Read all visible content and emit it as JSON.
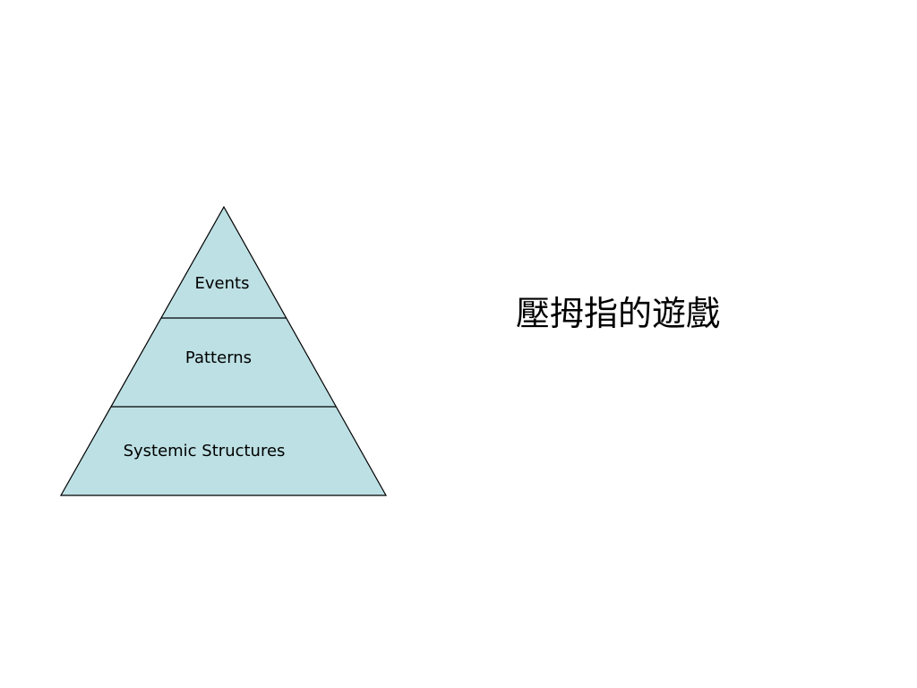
{
  "slide": {
    "title": "壓拇指的遊戲"
  },
  "pyramid": {
    "fill_color": "#bde0e4",
    "stroke_color": "#000000",
    "tiers": [
      {
        "label": "Events"
      },
      {
        "label": "Patterns"
      },
      {
        "label": "Systemic Structures"
      }
    ]
  }
}
